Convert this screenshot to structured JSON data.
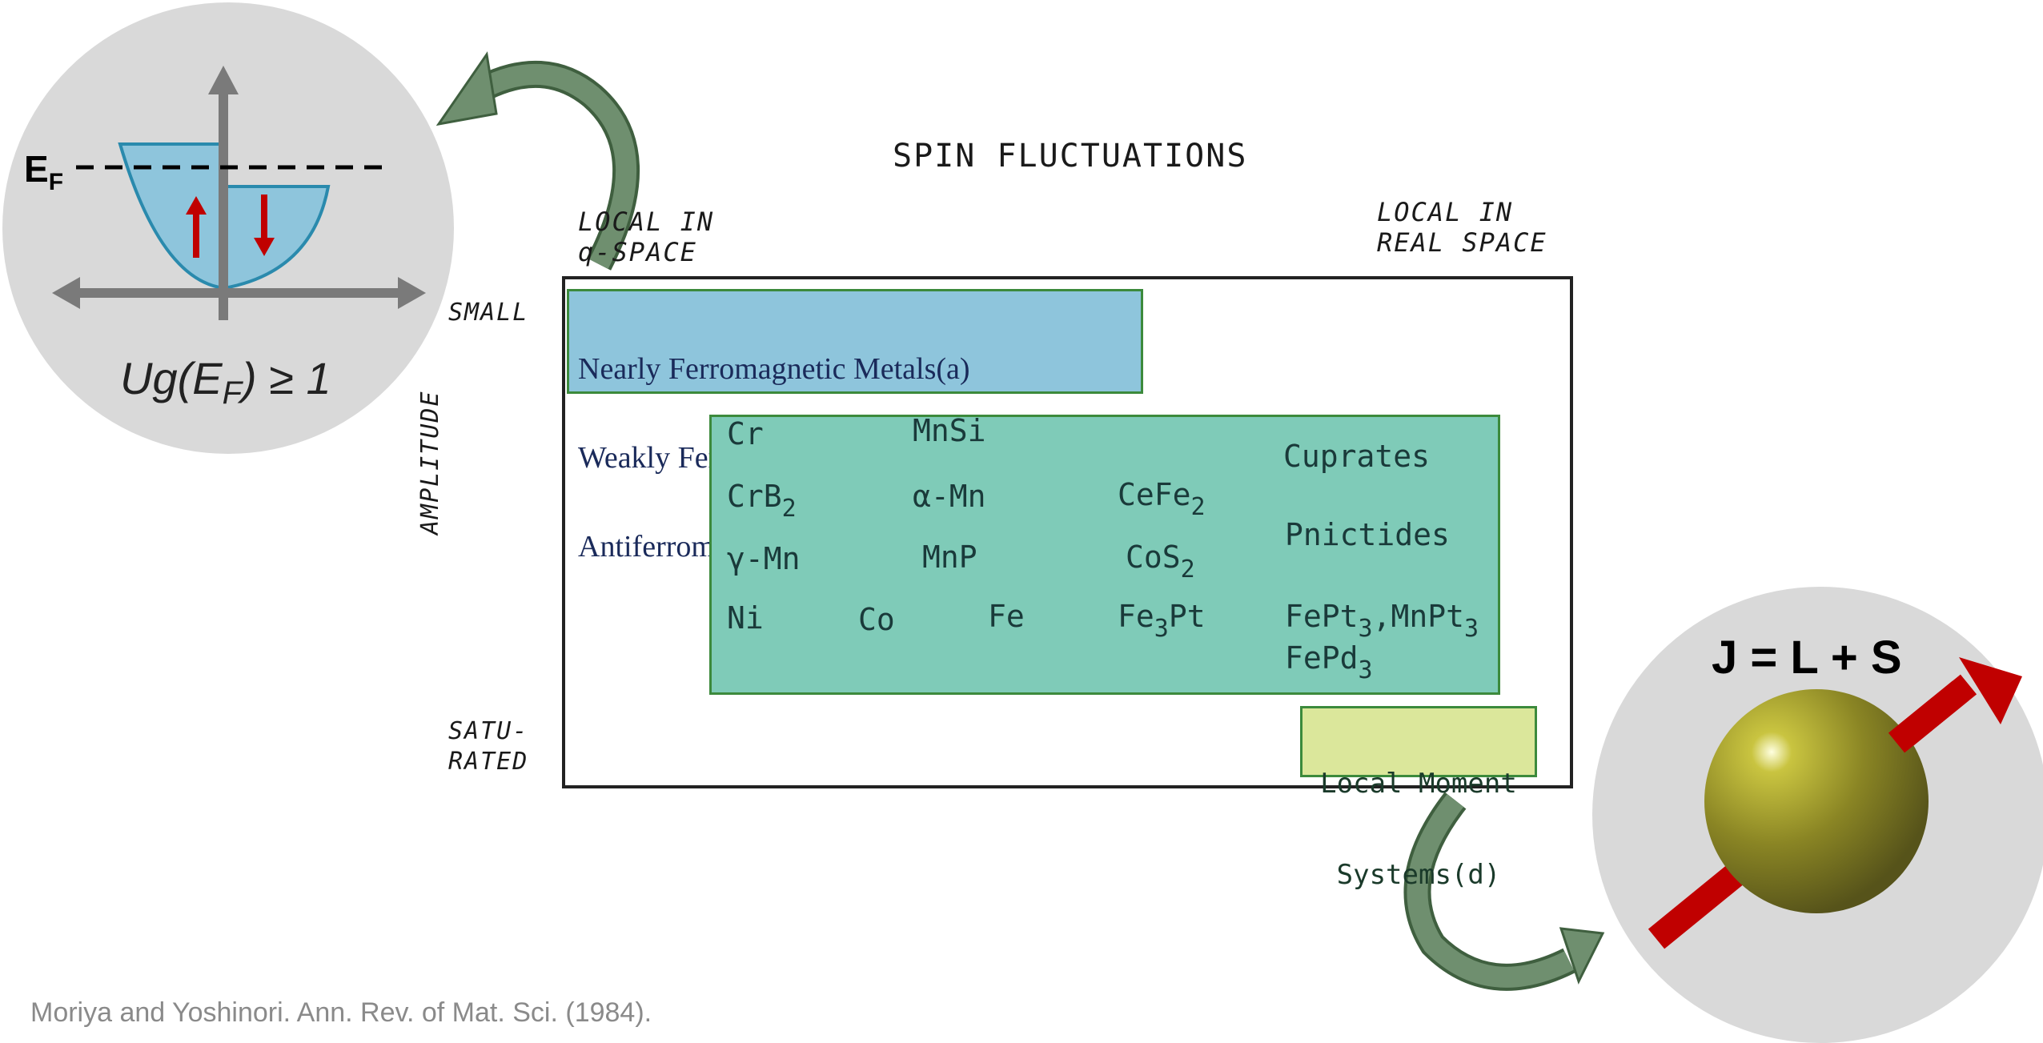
{
  "title": "SPIN FLUCTUATIONS",
  "axes": {
    "local_q_space": [
      "LOCAL IN",
      "q-SPACE"
    ],
    "local_real_space": [
      "LOCAL IN",
      "REAL SPACE"
    ],
    "small": "SMALL",
    "saturated": [
      "SATU-",
      "RATED"
    ],
    "amplitude": "AMPLITUDE"
  },
  "blue_box": {
    "lines": [
      "Nearly Ferromagnetic Metals(a)",
      "Weakly Ferromagnetic(b) &",
      "Antiferromagnetic(c) Metals"
    ],
    "color": "#8ec5dc"
  },
  "green_box": {
    "color": "#7fcbb8",
    "materials": {
      "cr": "Cr",
      "mnsi": "MnSi",
      "cuprates": "Cuprates",
      "crb2_base": "CrB",
      "crb2_sub": "2",
      "alpha_mn": "α-Mn",
      "cefe2_base": "CeFe",
      "cefe2_sub": "2",
      "pnictides": "Pnictides",
      "gamma_mn": "γ-Mn",
      "mnp": "MnP",
      "cos2_base": "CoS",
      "cos2_sub": "2",
      "ni": "Ni",
      "co": "Co",
      "fe": "Fe",
      "fe3pt_a": "Fe",
      "fe3pt_sub": "3",
      "fe3pt_b": "Pt",
      "fept3_base": "FePt",
      "fept3_sub": "3",
      "mnpt3_base": ",MnPt",
      "mnpt3_sub": "3",
      "fepd3_base": "FePd",
      "fepd3_sub": "3"
    }
  },
  "yellow_box": {
    "lines": [
      "Local Moment",
      "Systems(d)"
    ],
    "color": "#dbe79b"
  },
  "left_bubble": {
    "ef_base": "E",
    "ef_sub": "F",
    "criterion_a": "Ug(E",
    "criterion_sub": "F",
    "criterion_b": ") ≥ 1"
  },
  "right_bubble": {
    "equation": "J = L + S"
  },
  "citation": "Moriya and Yoshinori. Ann. Rev. of Mat. Sci. (1984)."
}
